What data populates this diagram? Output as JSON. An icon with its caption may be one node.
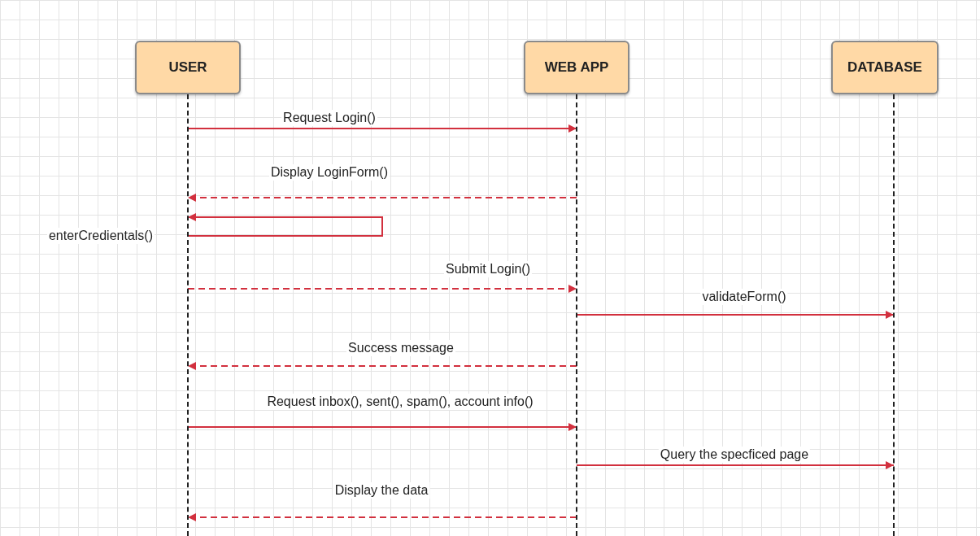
{
  "diagram": {
    "nodes": [
      {
        "text": [
          "USER"
        ]
      },
      {
        "text": [
          "WEB APP"
        ]
      },
      {
        "text": [
          "DATABASE"
        ]
      },
      {
        "text": [],
        "shape": "line"
      },
      {
        "text": [],
        "shape": "line"
      },
      {
        "text": [],
        "shape": "line"
      }
    ],
    "edges": [
      {
        "from": 3,
        "to": 4,
        "arrow": "to",
        "label": "Request Login()"
      },
      {
        "from": 4,
        "to": 3,
        "arrow": "to",
        "label": "Display LoginForm()",
        "style": "dashed"
      },
      {
        "from": 3,
        "to": 3,
        "arrow": "to",
        "label": "enterCredientals()"
      },
      {
        "from": 3,
        "to": 4,
        "arrow": "to",
        "label": "Submit Login()",
        "style": "dashed"
      },
      {
        "from": 4,
        "to": 5,
        "arrow": "to",
        "label": "validateForm()"
      },
      {
        "from": 4,
        "to": 3,
        "arrow": "to",
        "label": "Success message",
        "style": "dashed"
      },
      {
        "from": 3,
        "to": 4,
        "arrow": "to",
        "label": "Request inbox(), sent(), spam(), account info()"
      },
      {
        "from": 4,
        "to": 5,
        "arrow": "to",
        "label": "Query the specficed page"
      },
      {
        "from": 4,
        "to": 3,
        "arrow": "to",
        "label": "Display the data",
        "style": "dashed"
      }
    ]
  }
}
